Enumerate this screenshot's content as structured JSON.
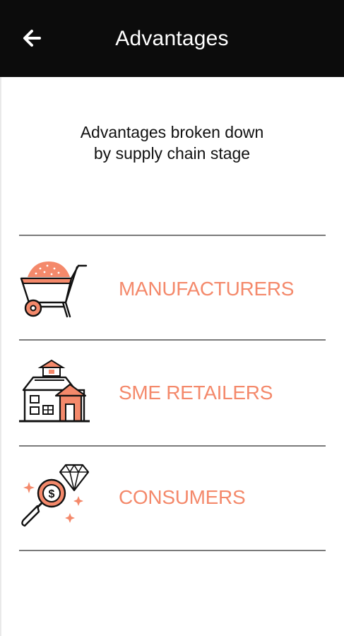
{
  "header": {
    "title": "Advantages"
  },
  "subtitle": {
    "line1": "Advantages broken down",
    "line2": "by supply chain stage"
  },
  "stages": [
    {
      "label": "MANUFACTURERS",
      "icon": "wheelbarrow-icon"
    },
    {
      "label": "SME RETAILERS",
      "icon": "house-store-icon"
    },
    {
      "label": "CONSUMERS",
      "icon": "magnifier-dollar-diamond-icon"
    }
  ],
  "colors": {
    "header_bg": "#0c0c0c",
    "accent": "#f4896b",
    "divider": "#7a7a7a",
    "text": "#111111"
  }
}
